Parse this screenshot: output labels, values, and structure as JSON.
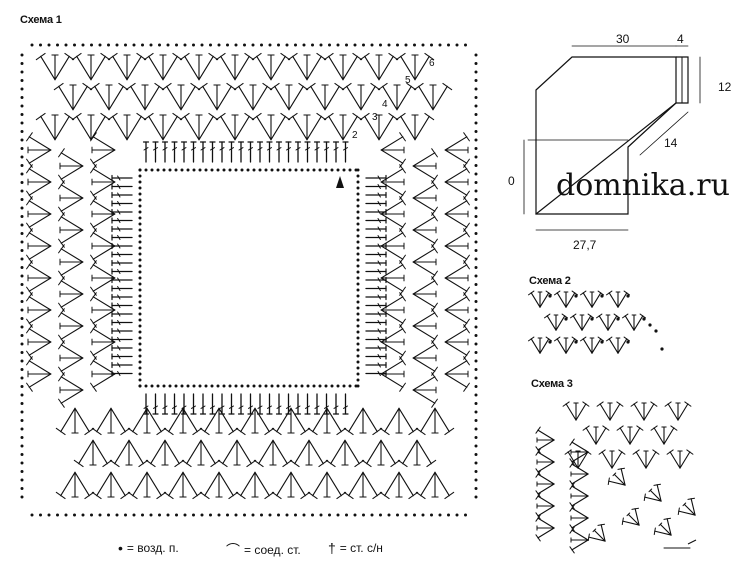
{
  "schemes": {
    "s1_label": "Схема 1",
    "s2_label": "Схема 2",
    "s3_label": "Схема 3"
  },
  "scheme1_markers": [
    "2",
    "3",
    "4",
    "5",
    "6"
  ],
  "pattern": {
    "dim_top": "30",
    "dim_top_right": "4",
    "dim_right": "12",
    "dim_diag": "14",
    "dim_left": "0",
    "dim_bottom": "27,7"
  },
  "watermark": "domnika.ru",
  "legend": {
    "chain_symbol": "•",
    "chain_text": "= возд. п.",
    "slip_symbol": "⌒",
    "slip_text": "= соед. ст.",
    "dc_symbol": "†",
    "dc_text": "= ст. с/н"
  },
  "colors": {
    "ink": "#111111",
    "paper": "#ffffff"
  }
}
